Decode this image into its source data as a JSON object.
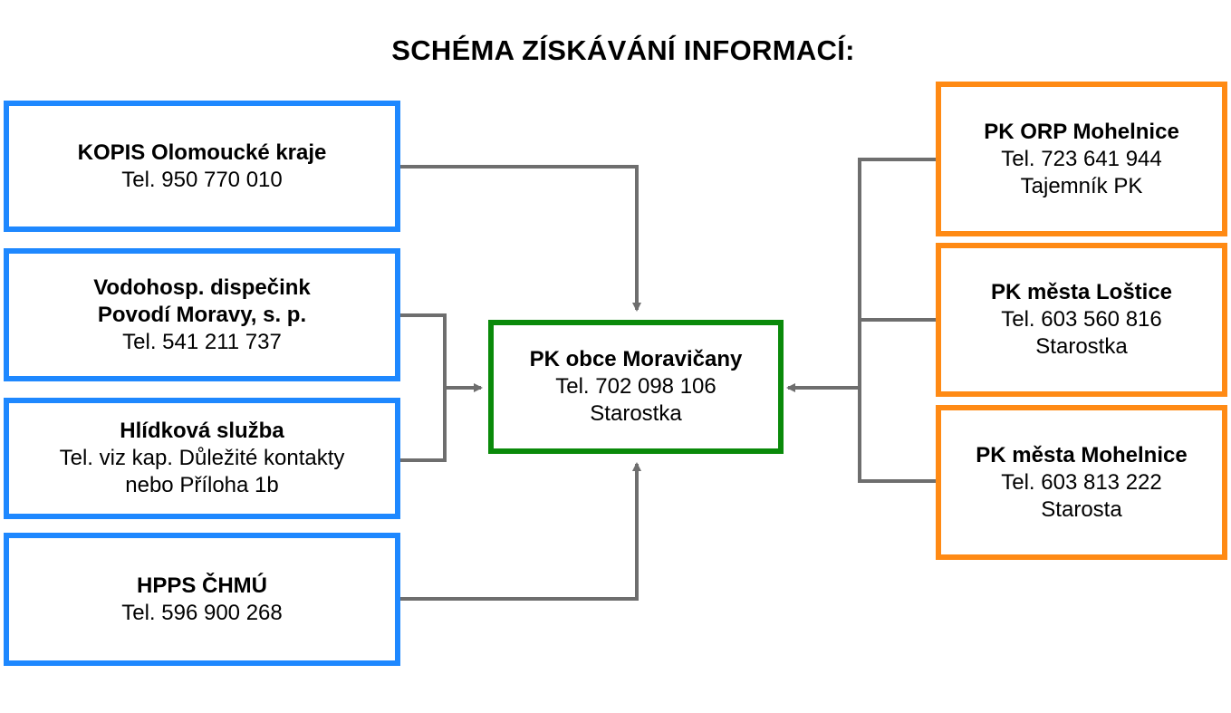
{
  "title": "SCHÉMA ZÍSKÁVÁNÍ INFORMACÍ:",
  "colors": {
    "blue": "#1e88ff",
    "orange": "#ff8a14",
    "green": "#0a8a0a",
    "connector": "#6e6e6e"
  },
  "center": {
    "name": "PK obce Moravičany",
    "phone": "Tel. 702 098 106",
    "role": "Starostka"
  },
  "left": [
    {
      "lines": [
        "KOPIS Olomoucké kraje",
        "Tel. 950 770 010"
      ]
    },
    {
      "lines": [
        "Vodohosp. dispečink",
        "Povodí Moravy, s. p.",
        "Tel. 541 211 737"
      ]
    },
    {
      "lines": [
        "Hlídková služba",
        "Tel. viz kap. Důležité kontakty",
        "nebo Příloha 1b"
      ]
    },
    {
      "lines": [
        "HPPS ČHMÚ",
        "Tel. 596 900 268"
      ]
    }
  ],
  "right": [
    {
      "lines": [
        "PK ORP Mohelnice",
        "Tel. 723 641 944",
        "Tajemník PK"
      ]
    },
    {
      "lines": [
        "PK města Loštice",
        "Tel. 603 560 816",
        "Starostka"
      ]
    },
    {
      "lines": [
        "PK města Mohelnice",
        "Tel. 603 813 222",
        "Starosta"
      ]
    }
  ]
}
